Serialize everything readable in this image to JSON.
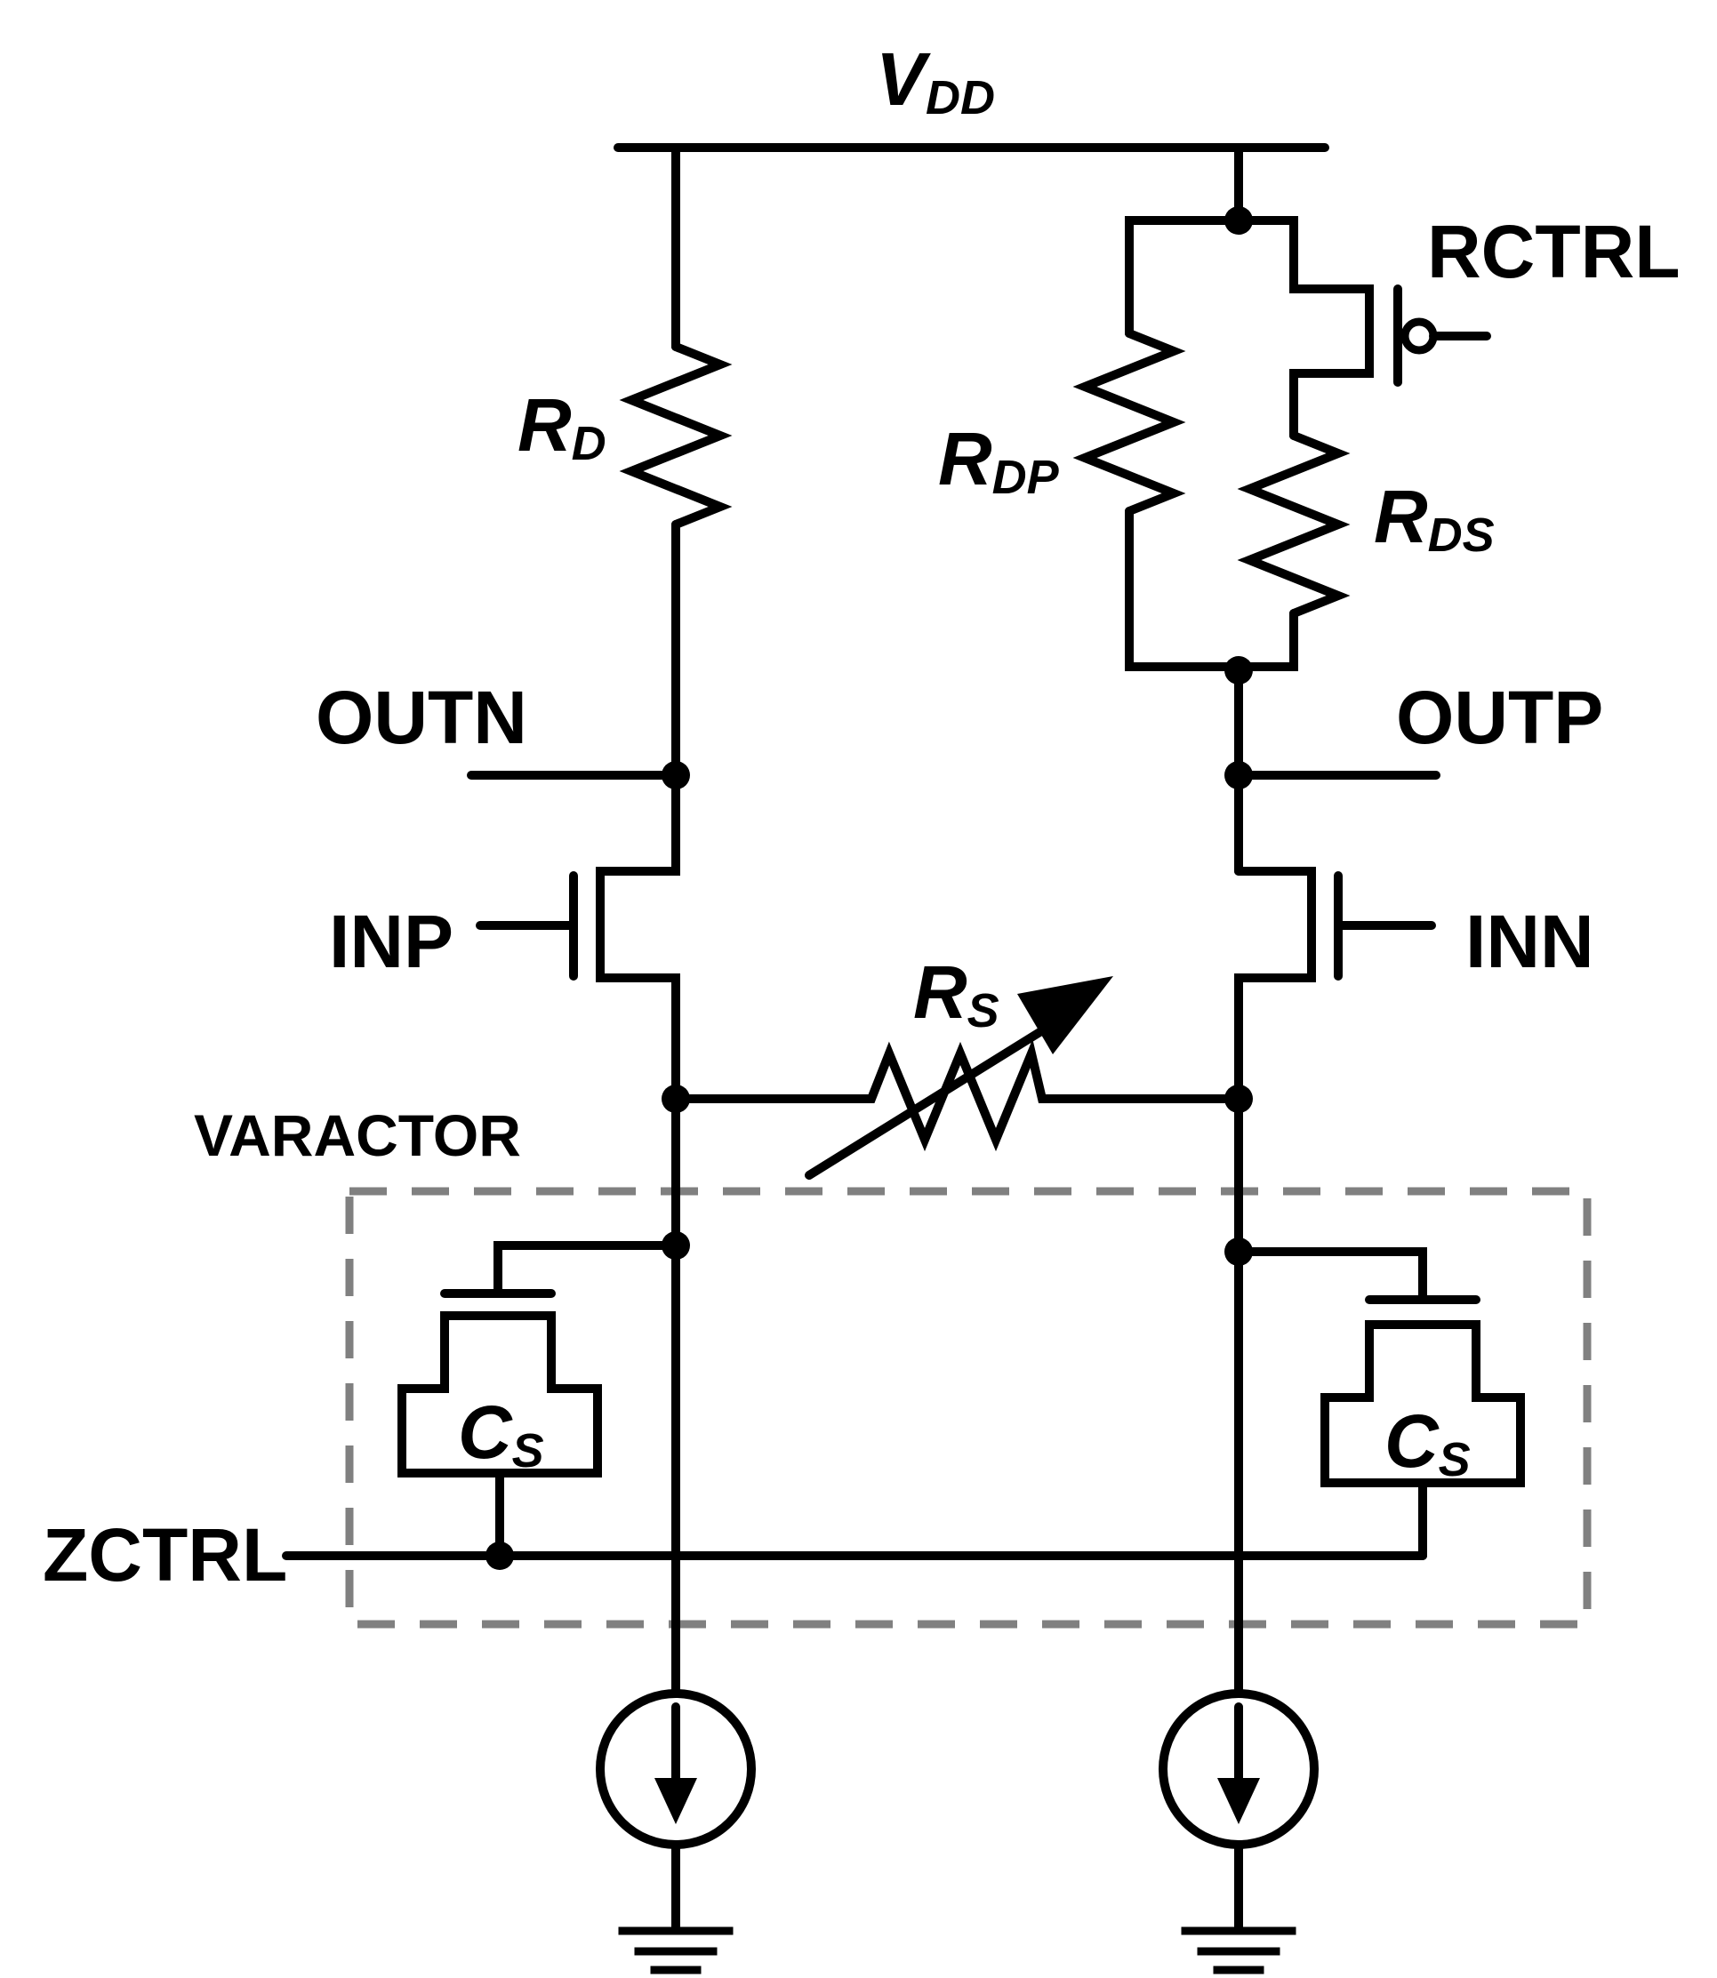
{
  "labels": {
    "vdd": "V",
    "vdd_sub": "DD",
    "rctrl": "RCTRL",
    "rd": "R",
    "rd_sub": "D",
    "rdp": "R",
    "rdp_sub": "DP",
    "rds": "R",
    "rds_sub": "DS",
    "outn": "OUTN",
    "outp": "OUTP",
    "inp": "INP",
    "inn": "INN",
    "rs": "R",
    "rs_sub": "S",
    "varactor": "VARACTOR",
    "cs_left": "C",
    "cs_left_sub": "S",
    "cs_right": "C",
    "cs_right_sub": "S",
    "zctrl": "ZCTRL"
  }
}
